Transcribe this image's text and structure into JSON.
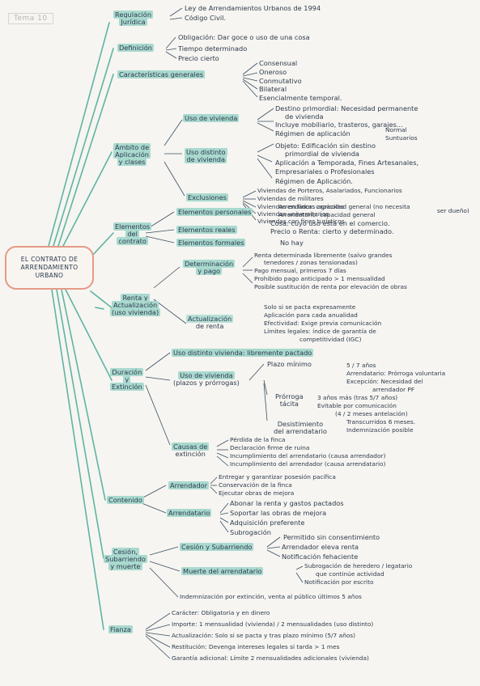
{
  "tema": "Tema 10",
  "center": [
    "EL CONTRATO DE",
    "ARRENDAMIENTO",
    "URBANO"
  ],
  "nodes": {
    "reg_jur": [
      "Regulación",
      "Jurídica"
    ],
    "reg_items": [
      "Ley de Arrendamientos Urbanos de 1994",
      "Código Civil."
    ],
    "definicion": "Definición",
    "def_items": [
      "Obligación: Dar goce o uso de una cosa",
      "Tiempo determinado",
      "Precio cierto"
    ],
    "caract": "Características generales",
    "caract_items": [
      "Consensual",
      "Oneroso",
      "Conmutativo",
      "Bilateral",
      "Esencialmente temporal."
    ],
    "ambito": [
      "Ámbito de",
      "Aplicación",
      "y clases"
    ],
    "uso_viv": "Uso de vivienda",
    "uso_viv_items": [
      "Destino primordial: Necesidad permanente",
      "de vivienda",
      "Incluye mobiliario, trasteros, garajes...",
      "Régimen de aplicación",
      "Normal",
      "Suntuarios"
    ],
    "uso_dist": [
      "Uso distinto",
      "de vivienda"
    ],
    "uso_dist_items": [
      "Objeto: Edificación sin destino",
      "primordial de vivienda",
      "Aplicación a Temporada, Fines Artesanales,",
      "Empresariales o Profesionales",
      "Régimen de Aplicación."
    ],
    "exclusiones": "Exclusiones",
    "excl_items": [
      "Viviendas de Porteros, Asalariados, Funcionarios",
      "Viviendas de militares",
      "Viviendas en fincas agrícolas",
      "Viviendas universitarias",
      "Viviendas con fines turísticos"
    ],
    "elementos": [
      "Elementos",
      "del",
      "contrato"
    ],
    "el_pers": "Elementos personales",
    "el_pers_items": [
      "Arrendador: capacidad general (no necesita",
      "Arrendatario: capacidad general",
      "ser dueño)"
    ],
    "el_reales": "Elementos reales",
    "el_reales_items": [
      "Cosa: cuyo uso está en el comercio.",
      "Precio o Renta: cierto y determinado."
    ],
    "el_formales": "Elementos formales",
    "el_formales_items": [
      "No hay"
    ],
    "renta": [
      "Renta y",
      "Actualización",
      "(uso vivienda)"
    ],
    "det_pago": [
      "Determinación",
      "y pago"
    ],
    "det_pago_items": [
      "Renta determinada libremente (salvo grandes",
      "tenedores / zonas tensionadas)",
      "Pago mensual, primeros 7 días",
      "Prohibido pago anticipado > 1 mensualidad",
      "Posible sustitución de renta por elevación de obras"
    ],
    "actualiz": [
      "Actualización",
      "de renta"
    ],
    "actualiz_items": [
      "Solo si se pacta expresamente",
      "Aplicación para cada anualidad",
      "Efectividad: Exige previa comunicación",
      "Límites legales: índice de garantía de",
      "competitividad (IGC)"
    ],
    "duracion": [
      "Duración",
      "y",
      "Extinción"
    ],
    "uso_dist_dur": "Uso distinto vivienda: libremente pactado",
    "uso_viv_dur": [
      "Uso de vivienda",
      "(plazos y prórrogas)"
    ],
    "plazo_min": "Plazo mínimo",
    "plazo_items": [
      "5 / 7 años",
      "Arrendatario: Prórroga voluntaria",
      "Excepción: Necesidad del",
      "arrendador PF"
    ],
    "prorroga": [
      "Prórroga",
      "tácita"
    ],
    "prorroga_items": [
      "3 años más (tras 5/7 años)",
      "Evitable por comunicación",
      "(4 / 2 meses antelación)"
    ],
    "desist": [
      "Desistimiento",
      "del arrendatario"
    ],
    "desist_items": [
      "Transcurridos 6 meses.",
      "Indemnización posible"
    ],
    "causas": [
      "Causas de",
      "extinción"
    ],
    "causas_items": [
      "Pérdida de la finca",
      "Declaración firme de ruina",
      "Incumplimiento del arrendatario (causa arrendador)",
      "Incumplimiento del arrendador (causa arrendatario)"
    ],
    "contenido": "Contenido",
    "arrendador": "Arrendador",
    "arrendador_items": [
      "Entregar y garantizar posesión pacífica",
      "Conservación de la finca",
      "Ejecutar obras de mejora"
    ],
    "arrendatario": "Arrendatario",
    "arrendatario_items": [
      "Abonar la renta y gastos pactados",
      "Soportar las obras de mejora",
      "Adquisición preferente",
      "Subrogación"
    ],
    "cesion": [
      "Cesión,",
      "Subarriendo",
      "y muerte"
    ],
    "ces_sub": "Cesión y Subarriendo",
    "ces_sub_items": [
      "Permitido sin consentimiento",
      "Arrendador eleva renta",
      "Notificación fehaciente"
    ],
    "muerte": "Muerte del arrendatario",
    "muerte_items": [
      "Subrogación de heredero / legatario",
      "que continúe actividad",
      "Notificación por escrito"
    ],
    "indemn": "Indemnización por extinción, venta al público últimos 5 años",
    "fianza": "Fianza",
    "fianza_items": [
      "Carácter: Obligatoria y en dinero",
      "Importe: 1 mensualidad (vivienda) / 2 mensualidades (uso distinto)",
      "Actualización: Solo si se pacta y tras plazo mínimo (5/7 años)",
      "Restitución: Devenga intereses legales si tarda > 1 mes",
      "Garantía adicional: Límite 2 mensualidades adicionales (vivienda)"
    ]
  }
}
